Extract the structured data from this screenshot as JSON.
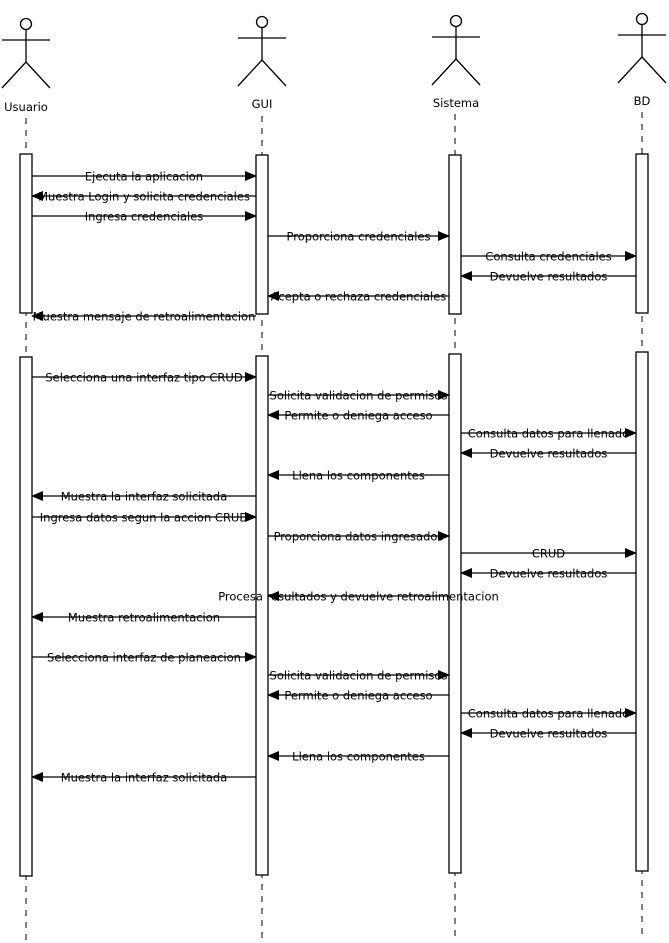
{
  "actors": [
    {
      "id": "usuario",
      "label": "Usuario",
      "icon": "stick-figure-icon"
    },
    {
      "id": "gui",
      "label": "GUI",
      "icon": "stick-figure-icon"
    },
    {
      "id": "sistema",
      "label": "Sistema",
      "icon": "stick-figure-icon"
    },
    {
      "id": "bd",
      "label": "BD",
      "icon": "stick-figure-icon"
    }
  ],
  "messages": [
    {
      "from": "usuario",
      "to": "gui",
      "label": "Ejecuta la aplicacion"
    },
    {
      "from": "gui",
      "to": "usuario",
      "label": "Muestra Login y solicita credenciales"
    },
    {
      "from": "usuario",
      "to": "gui",
      "label": "Ingresa credenciales"
    },
    {
      "from": "gui",
      "to": "sistema",
      "label": "Proporciona credenciales"
    },
    {
      "from": "sistema",
      "to": "bd",
      "label": "Consulta credenciales"
    },
    {
      "from": "bd",
      "to": "sistema",
      "label": "Devuelve resultados"
    },
    {
      "from": "sistema",
      "to": "gui",
      "label": "Acepta o rechaza credenciales"
    },
    {
      "from": "gui",
      "to": "usuario",
      "label": "Muestra mensaje de retroalimentacion"
    },
    {
      "from": "usuario",
      "to": "gui",
      "label": "Selecciona una interfaz tipo CRUD"
    },
    {
      "from": "gui",
      "to": "sistema",
      "label": "Solicita validacion de permisos"
    },
    {
      "from": "sistema",
      "to": "gui",
      "label": "Permite o deniega acceso"
    },
    {
      "from": "sistema",
      "to": "bd",
      "label": "Consulta datos para llenado"
    },
    {
      "from": "bd",
      "to": "sistema",
      "label": "Devuelve resultados"
    },
    {
      "from": "sistema",
      "to": "gui",
      "label": "Llena los componentes"
    },
    {
      "from": "gui",
      "to": "usuario",
      "label": "Muestra la interfaz solicitada"
    },
    {
      "from": "usuario",
      "to": "gui",
      "label": "Ingresa datos segun la accion CRUD"
    },
    {
      "from": "gui",
      "to": "sistema",
      "label": "Proporciona datos ingresados"
    },
    {
      "from": "sistema",
      "to": "bd",
      "label": "CRUD"
    },
    {
      "from": "bd",
      "to": "sistema",
      "label": "Devuelve resultados"
    },
    {
      "from": "sistema",
      "to": "gui",
      "label": "Procesa resultados y devuelve retroalimentacion"
    },
    {
      "from": "gui",
      "to": "usuario",
      "label": "Muestra retroalimentacion"
    },
    {
      "from": "usuario",
      "to": "gui",
      "label": "Selecciona interfaz de planeacion"
    },
    {
      "from": "gui",
      "to": "sistema",
      "label": "Solicita validacion de permisos"
    },
    {
      "from": "sistema",
      "to": "gui",
      "label": "Permite o deniega acceso"
    },
    {
      "from": "sistema",
      "to": "bd",
      "label": "Consulta datos para llenado"
    },
    {
      "from": "bd",
      "to": "sistema",
      "label": "Devuelve resultados"
    },
    {
      "from": "sistema",
      "to": "gui",
      "label": "Llena los componentes"
    },
    {
      "from": "gui",
      "to": "usuario",
      "label": "Muestra la interfaz solicitada"
    }
  ]
}
